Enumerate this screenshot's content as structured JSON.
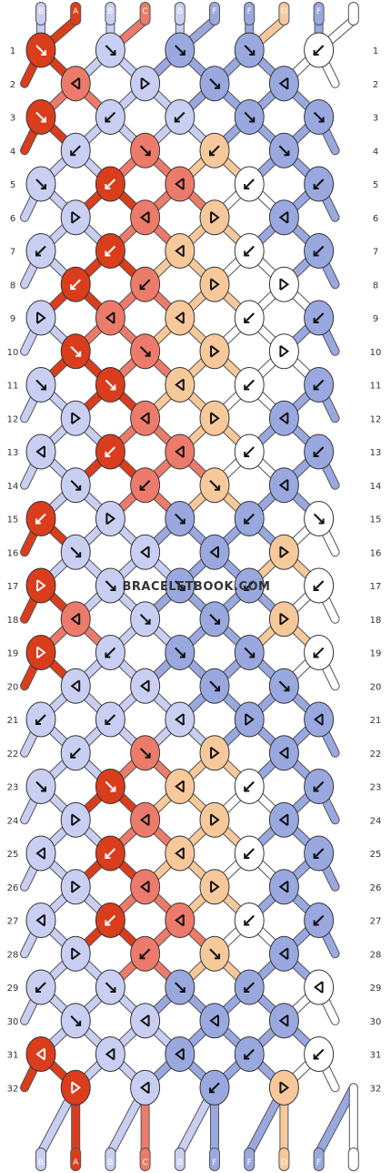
{
  "watermark": "BRACELETBOOK.COM",
  "strings": [
    "B",
    "A",
    "B",
    "C",
    "B",
    "F",
    "F",
    "D",
    "F",
    "E"
  ],
  "colors": {
    "A": "#d93d1c",
    "B": "#c9cff2",
    "C": "#ec7b6b",
    "D": "#f6c89a",
    "E": "#ffffff",
    "F": "#9aa8e0"
  },
  "row_numbers": [
    "1",
    "2",
    "3",
    "4",
    "5",
    "6",
    "7",
    "8",
    "9",
    "10",
    "11",
    "12",
    "13",
    "14",
    "15",
    "16",
    "17",
    "18",
    "19",
    "20",
    "21",
    "22",
    "23",
    "24",
    "25",
    "26",
    "27",
    "28",
    "29",
    "30",
    "31",
    "32"
  ],
  "rows": [
    [
      [
        "A",
        "f"
      ],
      [
        "B",
        "f"
      ],
      [
        "F",
        "f"
      ],
      [
        "F",
        "f"
      ],
      [
        "E",
        "bb"
      ]
    ],
    [
      [
        "C",
        "bf"
      ],
      [
        "B",
        "fb"
      ],
      [
        "F",
        "f"
      ],
      [
        "F",
        "bf"
      ]
    ],
    [
      [
        "A",
        "f"
      ],
      [
        "B",
        "b"
      ],
      [
        "B",
        "b"
      ],
      [
        "F",
        "f"
      ],
      [
        "F",
        "f"
      ]
    ],
    [
      [
        "B",
        "b"
      ],
      [
        "C",
        "f"
      ],
      [
        "D",
        "b"
      ],
      [
        "F",
        "f"
      ]
    ],
    [
      [
        "B",
        "f"
      ],
      [
        "A",
        "b"
      ],
      [
        "C",
        "bf"
      ],
      [
        "E",
        "bb"
      ],
      [
        "F",
        "b"
      ]
    ],
    [
      [
        "B",
        "fb"
      ],
      [
        "C",
        "bf"
      ],
      [
        "D",
        "fb"
      ],
      [
        "F",
        "bf"
      ]
    ],
    [
      [
        "B",
        "b"
      ],
      [
        "A",
        "b"
      ],
      [
        "D",
        "bf"
      ],
      [
        "E",
        "bb"
      ],
      [
        "F",
        "b"
      ]
    ],
    [
      [
        "A",
        "b"
      ],
      [
        "C",
        "b"
      ],
      [
        "D",
        "fb"
      ],
      [
        "E",
        "fb"
      ]
    ],
    [
      [
        "B",
        "fb"
      ],
      [
        "C",
        "bf"
      ],
      [
        "D",
        "bf"
      ],
      [
        "E",
        "bb"
      ],
      [
        "F",
        "b"
      ]
    ],
    [
      [
        "A",
        "f"
      ],
      [
        "C",
        "f"
      ],
      [
        "D",
        "fb"
      ],
      [
        "E",
        "fb"
      ]
    ],
    [
      [
        "B",
        "f"
      ],
      [
        "A",
        "f"
      ],
      [
        "D",
        "bf"
      ],
      [
        "E",
        "bb"
      ],
      [
        "F",
        "b"
      ]
    ],
    [
      [
        "B",
        "fb"
      ],
      [
        "C",
        "bf"
      ],
      [
        "D",
        "fb"
      ],
      [
        "F",
        "bf"
      ]
    ],
    [
      [
        "B",
        "bf"
      ],
      [
        "A",
        "b"
      ],
      [
        "C",
        "bf"
      ],
      [
        "E",
        "bb"
      ],
      [
        "F",
        "b"
      ]
    ],
    [
      [
        "B",
        "f"
      ],
      [
        "C",
        "b"
      ],
      [
        "D",
        "f"
      ],
      [
        "F",
        "bf"
      ]
    ],
    [
      [
        "A",
        "b"
      ],
      [
        "B",
        "fb"
      ],
      [
        "F",
        "f"
      ],
      [
        "F",
        "b"
      ],
      [
        "E",
        "f"
      ]
    ],
    [
      [
        "B",
        "f"
      ],
      [
        "B",
        "bf"
      ],
      [
        "F",
        "bf"
      ],
      [
        "D",
        "fb"
      ]
    ],
    [
      [
        "A",
        "fb"
      ],
      [
        "B",
        "f"
      ],
      [
        "F",
        "f"
      ],
      [
        "F",
        "b"
      ],
      [
        "E",
        "bb"
      ]
    ],
    [
      [
        "C",
        "bf"
      ],
      [
        "B",
        "f"
      ],
      [
        "F",
        "f"
      ],
      [
        "D",
        "fb"
      ]
    ],
    [
      [
        "A",
        "fb"
      ],
      [
        "B",
        "b"
      ],
      [
        "F",
        "f"
      ],
      [
        "F",
        "f"
      ],
      [
        "E",
        "b"
      ]
    ],
    [
      [
        "B",
        "bf"
      ],
      [
        "B",
        "bf"
      ],
      [
        "F",
        "f"
      ],
      [
        "F",
        "f"
      ]
    ],
    [
      [
        "B",
        "b"
      ],
      [
        "B",
        "b"
      ],
      [
        "B",
        "bf"
      ],
      [
        "F",
        "fb"
      ],
      [
        "F",
        "bf"
      ]
    ],
    [
      [
        "B",
        "b"
      ],
      [
        "C",
        "f"
      ],
      [
        "D",
        "fb"
      ],
      [
        "F",
        "bf"
      ]
    ],
    [
      [
        "B",
        "f"
      ],
      [
        "A",
        "f"
      ],
      [
        "D",
        "bf"
      ],
      [
        "E",
        "bb"
      ],
      [
        "F",
        "b"
      ]
    ],
    [
      [
        "B",
        "fb"
      ],
      [
        "C",
        "bf"
      ],
      [
        "D",
        "fb"
      ],
      [
        "F",
        "bf"
      ]
    ],
    [
      [
        "B",
        "bf"
      ],
      [
        "A",
        "b"
      ],
      [
        "D",
        "bf"
      ],
      [
        "E",
        "bb"
      ],
      [
        "F",
        "b"
      ]
    ],
    [
      [
        "B",
        "fb"
      ],
      [
        "C",
        "bf"
      ],
      [
        "D",
        "fb"
      ],
      [
        "F",
        "bf"
      ]
    ],
    [
      [
        "B",
        "bf"
      ],
      [
        "A",
        "b"
      ],
      [
        "C",
        "bf"
      ],
      [
        "E",
        "bb"
      ],
      [
        "F",
        "b"
      ]
    ],
    [
      [
        "B",
        "fb"
      ],
      [
        "C",
        "b"
      ],
      [
        "D",
        "f"
      ],
      [
        "F",
        "bf"
      ]
    ],
    [
      [
        "B",
        "b"
      ],
      [
        "B",
        "f"
      ],
      [
        "F",
        "f"
      ],
      [
        "F",
        "b"
      ],
      [
        "E",
        "bf"
      ]
    ],
    [
      [
        "B",
        "f"
      ],
      [
        "B",
        "bf"
      ],
      [
        "F",
        "bf"
      ],
      [
        "F",
        "bf"
      ]
    ],
    [
      [
        "A",
        "bf"
      ],
      [
        "B",
        "bf"
      ],
      [
        "F",
        "bf"
      ],
      [
        "F",
        "b"
      ],
      [
        "E",
        "bb"
      ]
    ],
    [
      [
        "A",
        "fb"
      ],
      [
        "B",
        "bf"
      ],
      [
        "F",
        "b"
      ],
      [
        "D",
        "fb"
      ]
    ]
  ]
}
